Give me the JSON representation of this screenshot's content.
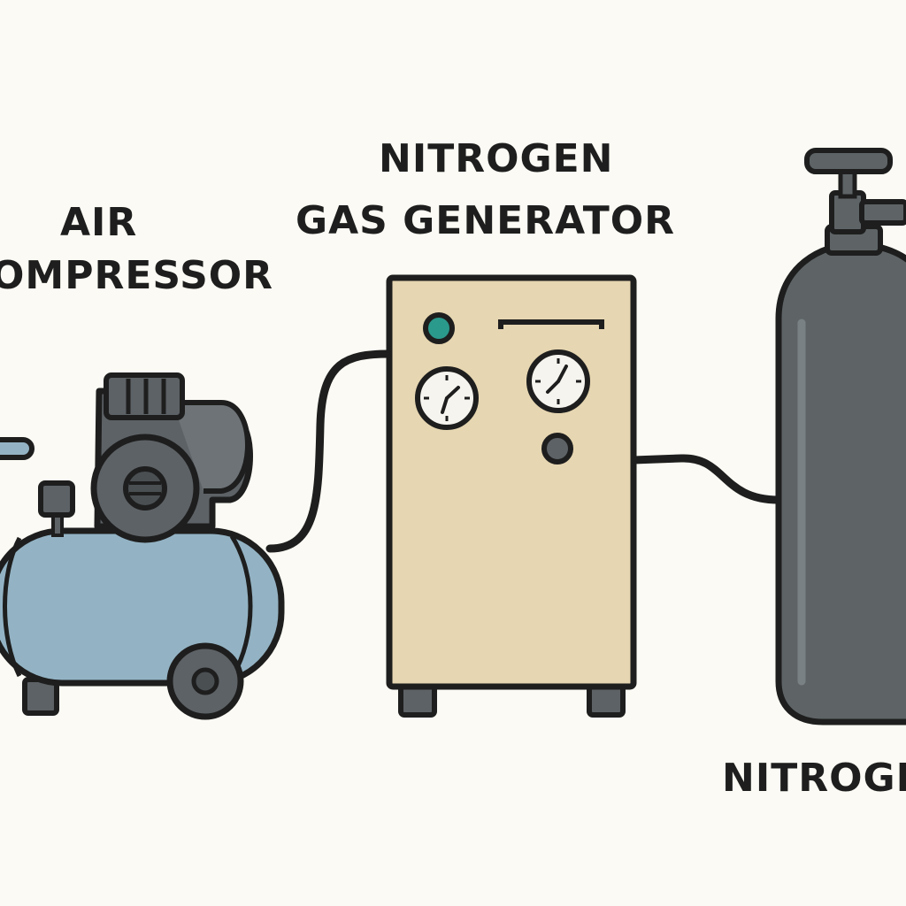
{
  "labels": {
    "air_compressor_line1": "AIR",
    "air_compressor_line2": "OMPRESSOR",
    "generator_line1": "NITROGEN",
    "generator_line2": "GAS GENERATOR",
    "cylinder": "NITROGE"
  },
  "colors": {
    "background": "#fbfaf4",
    "outline": "#1e1e1e",
    "compressor_tank": "#93b3c4",
    "compressor_motor": "#5d6266",
    "generator_body": "#e6d6b1",
    "indicator_teal": "#2a9a8c",
    "cylinder_body": "#5e6466",
    "cylinder_highlight": "#7a8184"
  },
  "icons": {
    "compressor": "air-compressor-icon",
    "generator": "nitrogen-generator-icon",
    "cylinder": "gas-cylinder-icon",
    "gauge": "pressure-gauge-icon"
  }
}
